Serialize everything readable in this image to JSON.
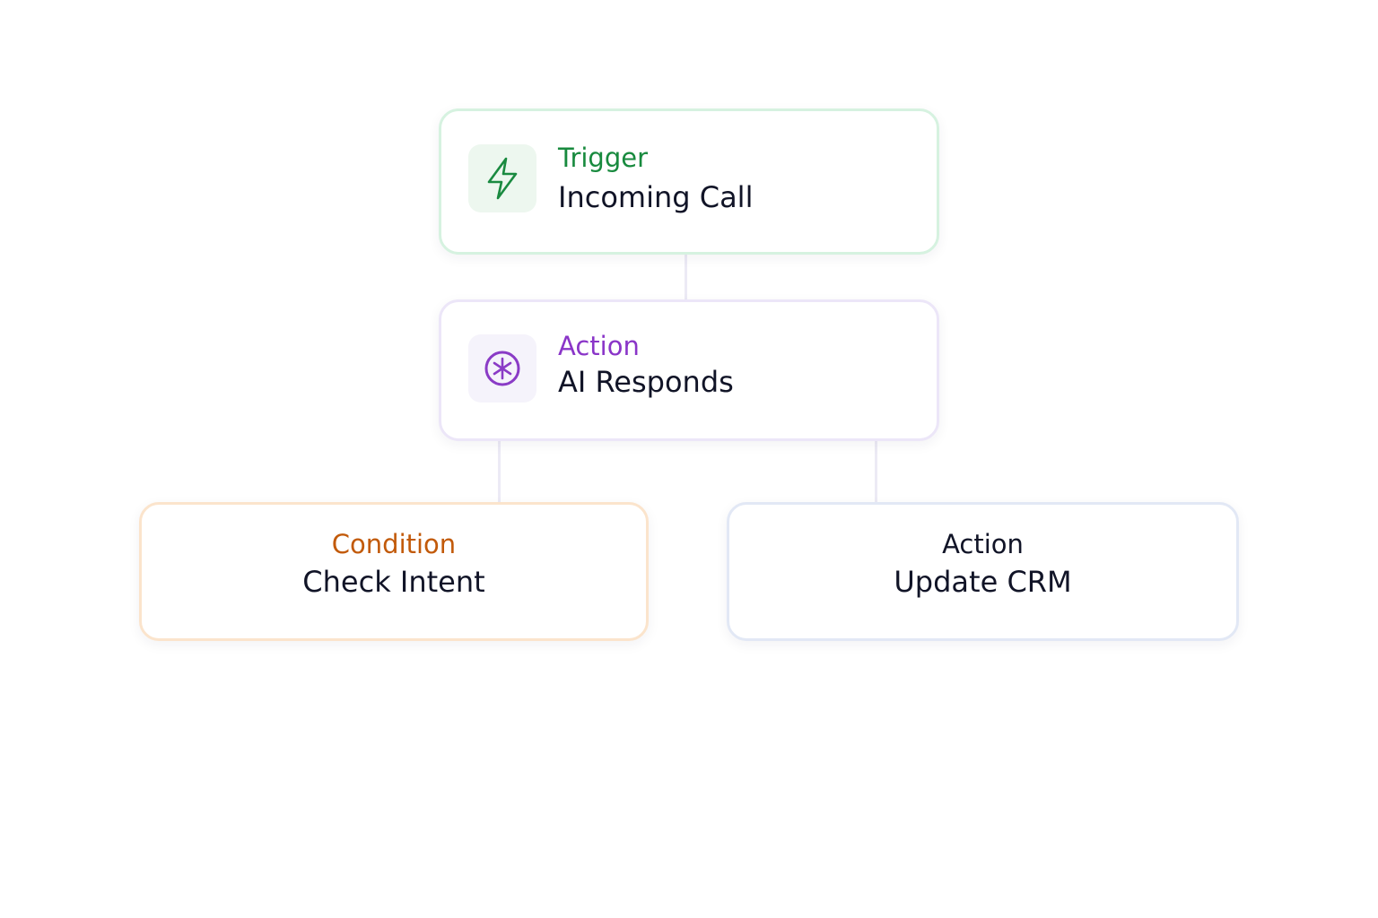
{
  "diagram": {
    "nodes": [
      {
        "id": "trigger",
        "kind": "Trigger",
        "title": "Incoming Call",
        "kind_color": "#188a3e",
        "icon": "lightning-bolt-icon"
      },
      {
        "id": "action_ai",
        "kind": "Action",
        "title": "AI Responds",
        "kind_color": "#8a35c8",
        "icon": "ai-asterisk-icon"
      },
      {
        "id": "condition",
        "kind": "Condition",
        "title": "Check Intent",
        "kind_color": "#c25a0a"
      },
      {
        "id": "action_crm",
        "kind": "Action",
        "title": "Update CRM",
        "kind_color": "#111427"
      }
    ],
    "edges": [
      {
        "from": "trigger",
        "to": "action_ai"
      },
      {
        "from": "action_ai",
        "to": "condition"
      },
      {
        "from": "action_ai",
        "to": "action_crm"
      }
    ]
  }
}
